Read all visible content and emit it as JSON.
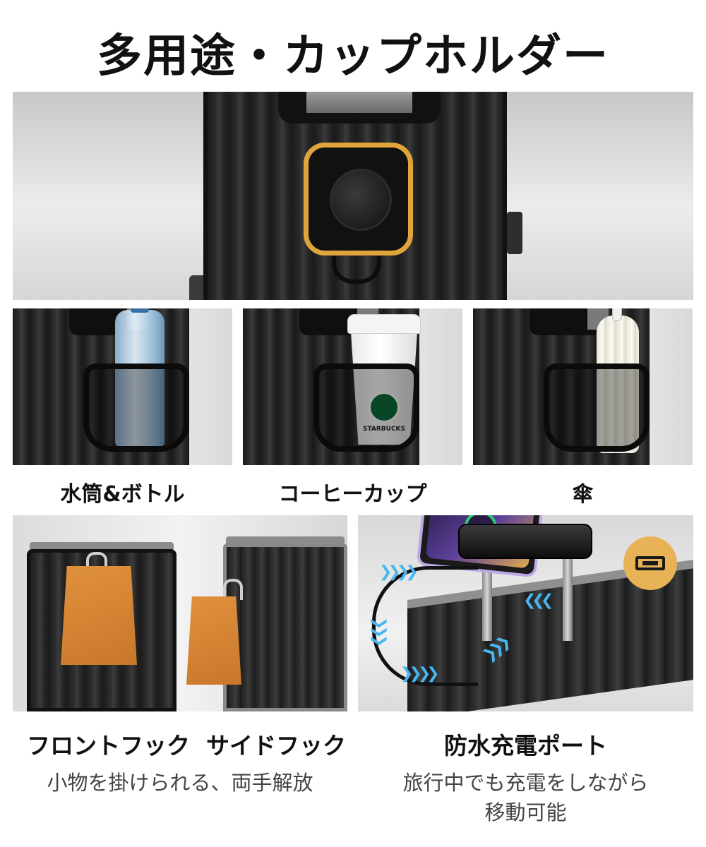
{
  "title": "多用途・カップホルダー",
  "uses": [
    {
      "label": "水筒&ボトル"
    },
    {
      "label": "コーヒーカップ"
    },
    {
      "label": "傘"
    }
  ],
  "cup_brand": "STARBUCKS",
  "hooks": {
    "front_label": "フロントフック",
    "side_label": "サイドフック",
    "description": "小物を掛けられる、両手解放"
  },
  "charging": {
    "label": "防水充電ポート",
    "description_line1": "旅行中でも充電をしながら",
    "description_line2": "移動可能"
  },
  "colors": {
    "accent_ring": "#e0a53a",
    "usb_badge": "#e8b356",
    "charge_arrows": "#48b6f0",
    "bag": "#d9853a"
  },
  "icons": [
    "usb-port-icon",
    "charging-bolt-icon"
  ]
}
